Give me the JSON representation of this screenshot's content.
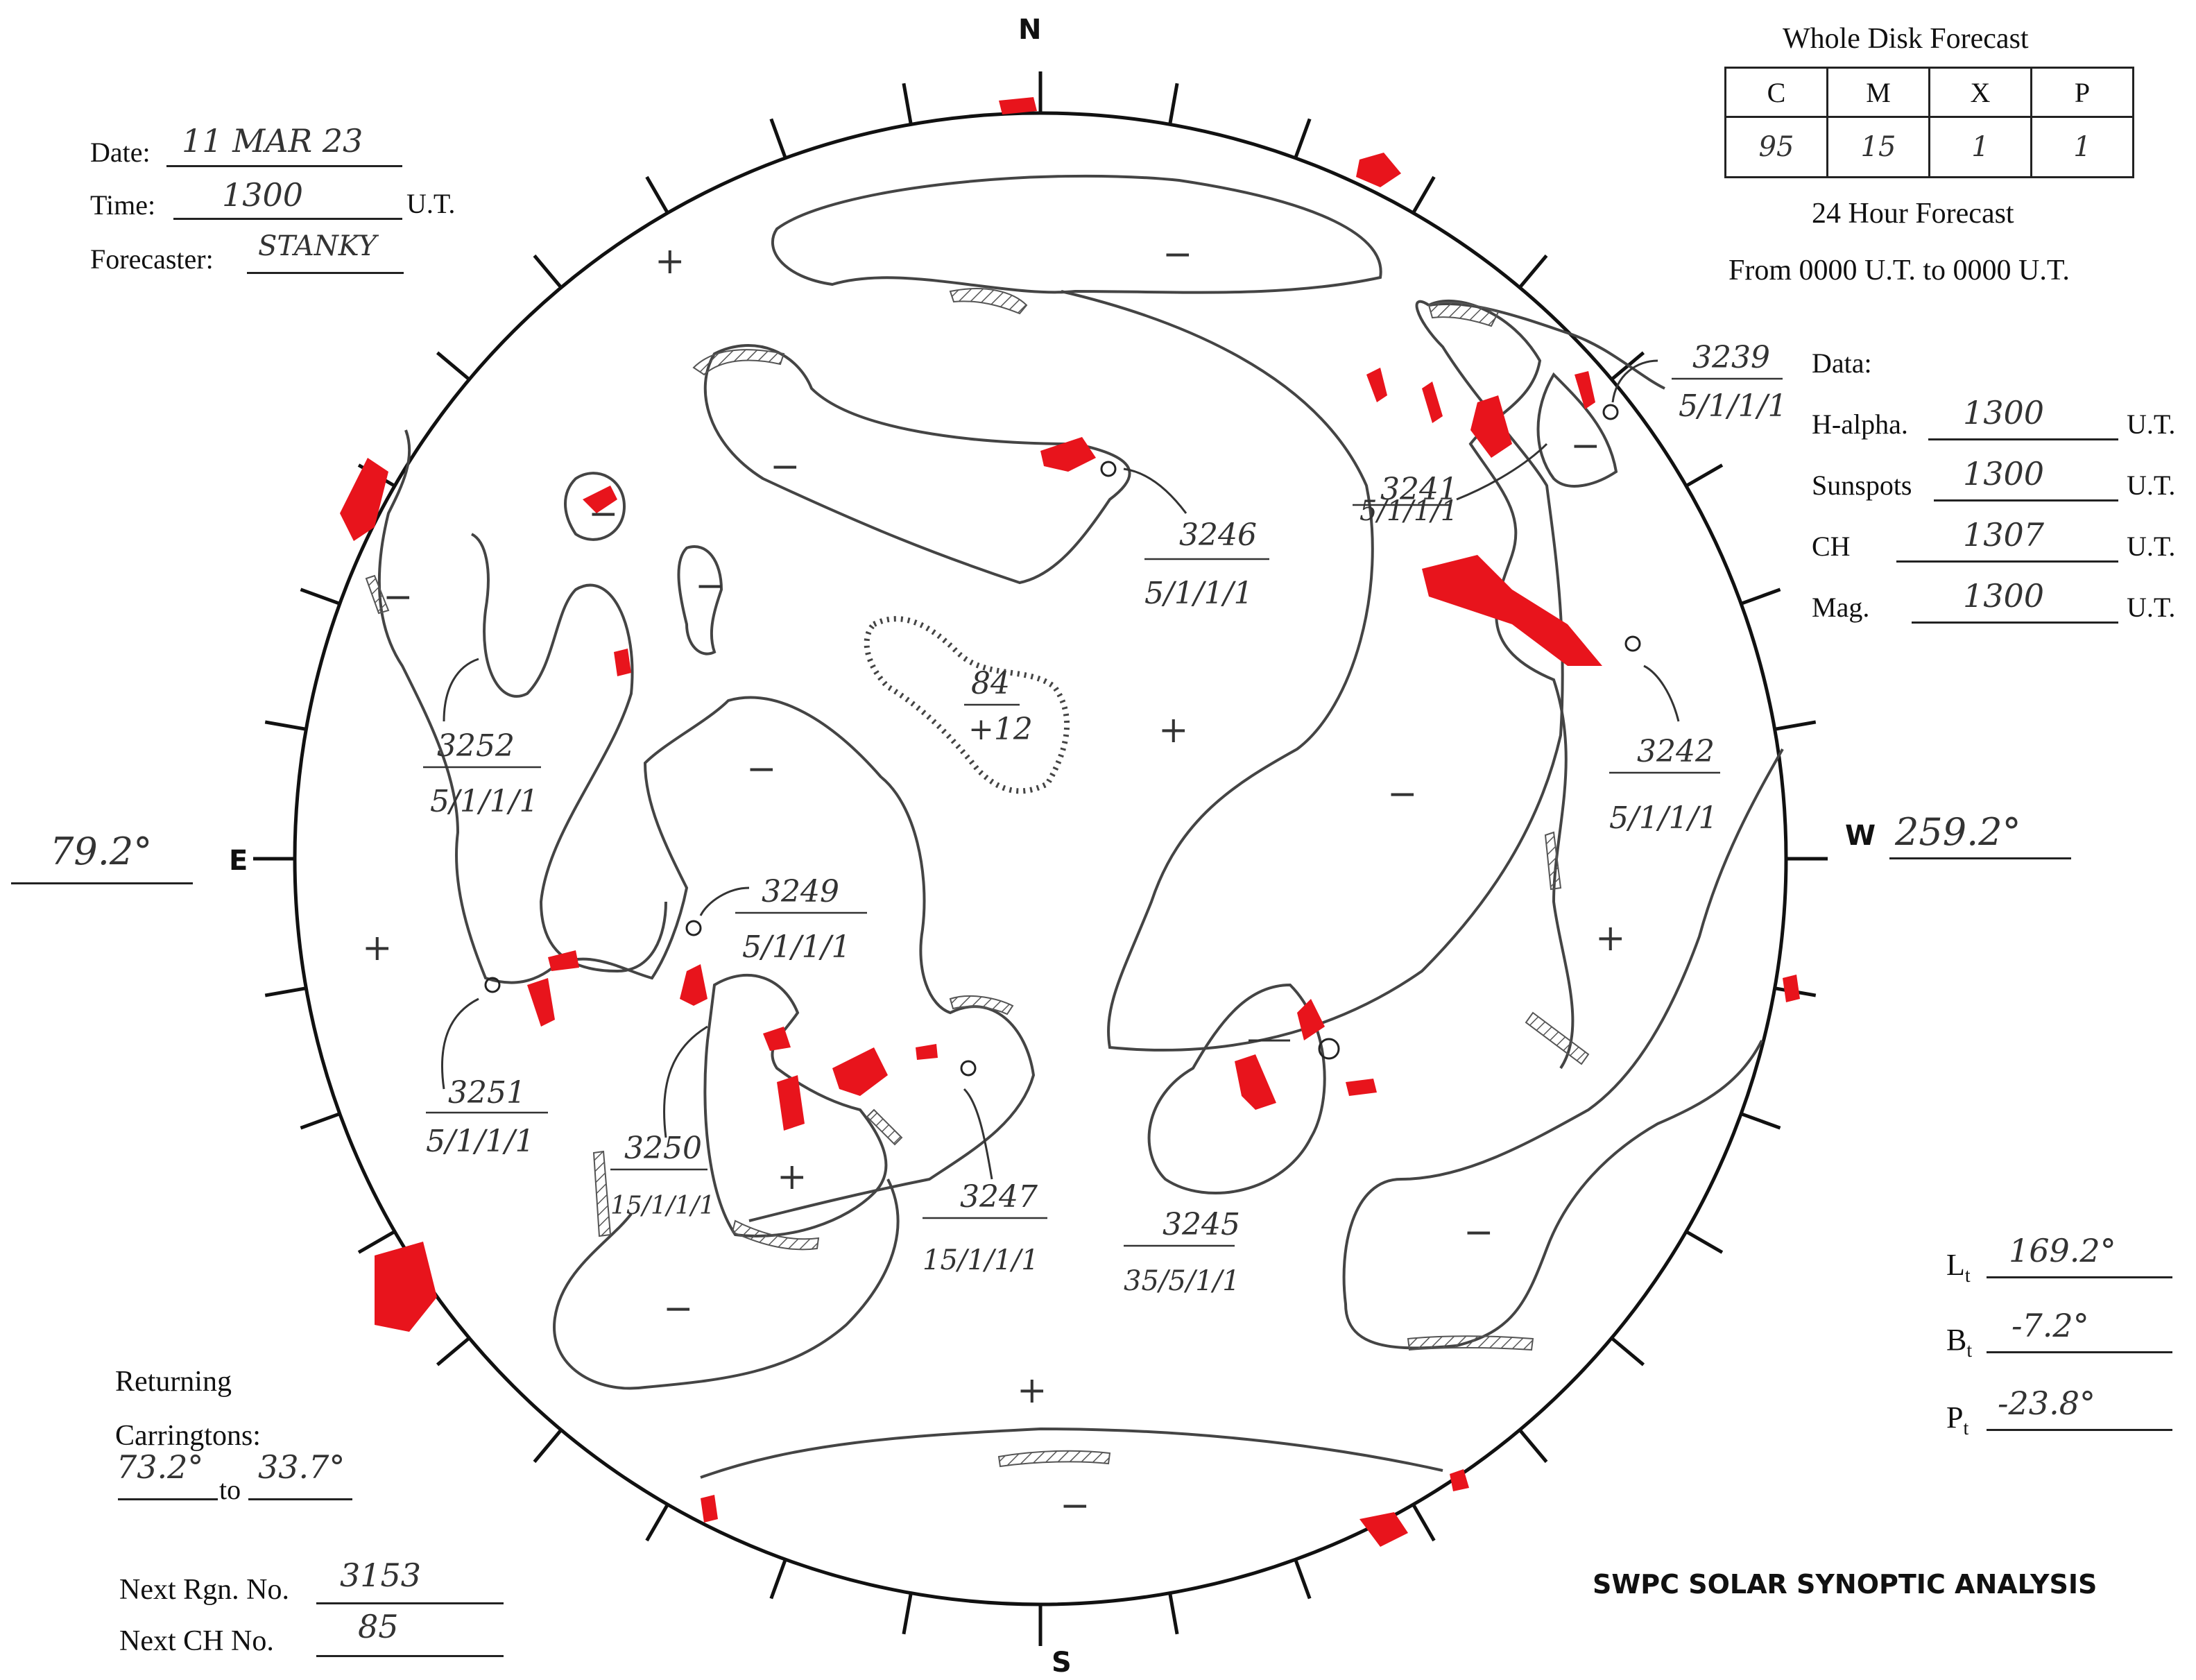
{
  "header": {
    "date_label": "Date:",
    "date_value": "11 MAR 23",
    "time_label": "Time:",
    "time_value": "1300",
    "time_unit": "U.T.",
    "forecaster_label": "Forecaster:",
    "forecaster_value": "STANKY"
  },
  "forecast": {
    "title": "Whole Disk Forecast",
    "columns": [
      "C",
      "M",
      "X",
      "P"
    ],
    "values": [
      "95",
      "15",
      "1",
      "1"
    ],
    "subtitle": "24 Hour Forecast",
    "range": "From 0000 U.T. to 0000 U.T."
  },
  "data_panel": {
    "title": "Data:",
    "rows": [
      {
        "label": "H-alpha.",
        "value": "1300",
        "unit": "U.T."
      },
      {
        "label": "Sunspots",
        "value": "1300",
        "unit": "U.T."
      },
      {
        "label": "CH",
        "value": "1307",
        "unit": "U.T."
      },
      {
        "label": "Mag.",
        "value": "1300",
        "unit": "U.T."
      }
    ]
  },
  "directions": {
    "north": "N",
    "south": "S",
    "east": "E",
    "west": "W"
  },
  "longitudes": {
    "east": "79.2°",
    "west": "259.2°"
  },
  "ephemeris": {
    "lt_label": "L",
    "lt_sub": "t",
    "lt_value": "169.2°",
    "bt_label": "B",
    "bt_sub": "t",
    "bt_value": "-7.2°",
    "pt_label": "P",
    "pt_sub": "t",
    "pt_value": "-23.8°"
  },
  "returning": {
    "label1": "Returning",
    "label2": "Carringtons:",
    "from": "73.2°",
    "to_word": "to",
    "to": "33.7°"
  },
  "next": {
    "rgn_label": "Next Rgn. No.",
    "rgn_value": "3153",
    "ch_label": "Next CH No.",
    "ch_value": "85"
  },
  "footer_title": "SWPC SOLAR SYNOPTIC ANALYSIS",
  "regions": [
    {
      "number": "3239",
      "class": "5/1/1/1"
    },
    {
      "number": "3241",
      "class": "5/1/1/1"
    },
    {
      "number": "3242",
      "class": "5/1/1/1"
    },
    {
      "number": "3245",
      "class": "35/5/1/1"
    },
    {
      "number": "3246",
      "class": "5/1/1/1"
    },
    {
      "number": "3247",
      "class": "15/1/1/1"
    },
    {
      "number": "3249",
      "class": "5/1/1/1"
    },
    {
      "number": "3250",
      "class": "15/1/1/1"
    },
    {
      "number": "3251",
      "class": "5/1/1/1"
    },
    {
      "number": "3252",
      "class": "5/1/1/1"
    }
  ],
  "coronal_hole": {
    "number": "84",
    "polarity": "+12"
  },
  "polarity_signs": {
    "plus": "+",
    "minus": "−"
  },
  "colors": {
    "plage": "#e8141c",
    "line": "#444444",
    "hatch": "#555555"
  }
}
